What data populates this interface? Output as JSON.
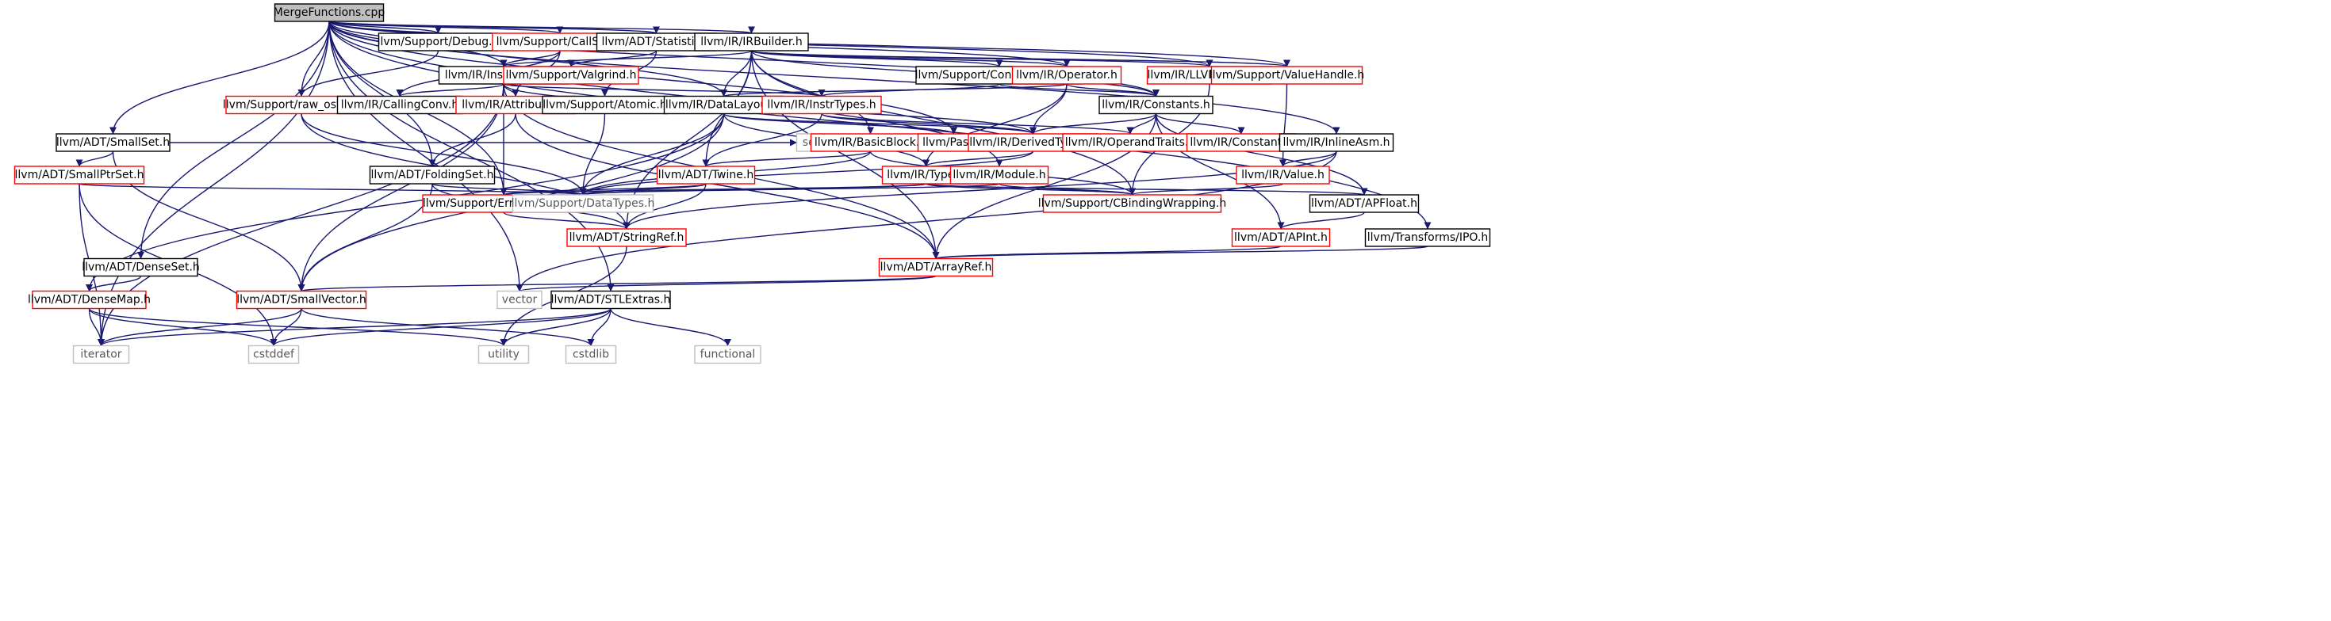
{
  "colors": {
    "edge": "#191970",
    "root_fill": "#bfbfbf",
    "border_documented": "#000000",
    "border_with_includes": "#ff0000",
    "border_system": "#bfbfbf",
    "text": "#000000",
    "text_system": "#595959"
  },
  "nodes": [
    {
      "id": "root",
      "label": "MergeFunctions.cpp",
      "kind": "root"
    },
    {
      "id": "debug",
      "label": "llvm/Support/Debug.h",
      "kind": "documented"
    },
    {
      "id": "callsite",
      "label": "llvm/Support/CallSite.h",
      "kind": "with_includes"
    },
    {
      "id": "statistic",
      "label": "llvm/ADT/Statistic.h",
      "kind": "documented"
    },
    {
      "id": "irbuilder",
      "label": "llvm/IR/IRBuilder.h",
      "kind": "documented"
    },
    {
      "id": "instructions",
      "label": "llvm/IR/Instructions.h",
      "kind": "documented"
    },
    {
      "id": "valgrind",
      "label": "llvm/Support/Valgrind.h",
      "kind": "with_includes"
    },
    {
      "id": "constantfolder",
      "label": "llvm/Support/ConstantFolder.h",
      "kind": "documented"
    },
    {
      "id": "operator",
      "label": "llvm/IR/Operator.h",
      "kind": "with_includes"
    },
    {
      "id": "llvmcontext",
      "label": "llvm/IR/LLVMContext.h",
      "kind": "with_includes"
    },
    {
      "id": "valuehandle",
      "label": "llvm/Support/ValueHandle.h",
      "kind": "with_includes"
    },
    {
      "id": "rawostream",
      "label": "llvm/Support/raw_ostream.h",
      "kind": "with_includes"
    },
    {
      "id": "callingconv",
      "label": "llvm/IR/CallingConv.h",
      "kind": "documented"
    },
    {
      "id": "attributes",
      "label": "llvm/IR/Attributes.h",
      "kind": "with_includes"
    },
    {
      "id": "atomic",
      "label": "llvm/Support/Atomic.h",
      "kind": "documented"
    },
    {
      "id": "datalayout",
      "label": "llvm/IR/DataLayout.h",
      "kind": "documented"
    },
    {
      "id": "instrtypes",
      "label": "llvm/IR/InstrTypes.h",
      "kind": "with_includes"
    },
    {
      "id": "constants",
      "label": "llvm/IR/Constants.h",
      "kind": "documented"
    },
    {
      "id": "smallset",
      "label": "llvm/ADT/SmallSet.h",
      "kind": "documented"
    },
    {
      "id": "set",
      "label": "set",
      "kind": "system"
    },
    {
      "id": "basicblock",
      "label": "llvm/IR/BasicBlock.h",
      "kind": "with_includes"
    },
    {
      "id": "pass",
      "label": "llvm/Pass.h",
      "kind": "with_includes"
    },
    {
      "id": "derivedtypes",
      "label": "llvm/IR/DerivedTypes.h",
      "kind": "with_includes"
    },
    {
      "id": "operandtraits",
      "label": "llvm/IR/OperandTraits.h",
      "kind": "with_includes"
    },
    {
      "id": "constant",
      "label": "llvm/IR/Constant.h",
      "kind": "with_includes"
    },
    {
      "id": "inlineasm",
      "label": "llvm/IR/InlineAsm.h",
      "kind": "documented"
    },
    {
      "id": "smallptrset",
      "label": "llvm/ADT/SmallPtrSet.h",
      "kind": "with_includes"
    },
    {
      "id": "foldingset",
      "label": "llvm/ADT/FoldingSet.h",
      "kind": "documented"
    },
    {
      "id": "twine",
      "label": "llvm/ADT/Twine.h",
      "kind": "with_includes"
    },
    {
      "id": "type",
      "label": "llvm/IR/Type.h",
      "kind": "with_includes"
    },
    {
      "id": "module",
      "label": "llvm/IR/Module.h",
      "kind": "with_includes"
    },
    {
      "id": "value",
      "label": "llvm/IR/Value.h",
      "kind": "with_includes"
    },
    {
      "id": "errorhandling",
      "label": "llvm/Support/ErrorHandling.h",
      "kind": "with_includes"
    },
    {
      "id": "datatypes",
      "label": "llvm/Support/DataTypes.h",
      "kind": "system"
    },
    {
      "id": "cbinding",
      "label": "llvm/Support/CBindingWrapping.h",
      "kind": "with_includes"
    },
    {
      "id": "apfloat",
      "label": "llvm/ADT/APFloat.h",
      "kind": "documented"
    },
    {
      "id": "stringref",
      "label": "llvm/ADT/StringRef.h",
      "kind": "with_includes"
    },
    {
      "id": "apint",
      "label": "llvm/ADT/APInt.h",
      "kind": "with_includes"
    },
    {
      "id": "ipo",
      "label": "llvm/Transforms/IPO.h",
      "kind": "documented"
    },
    {
      "id": "denseset",
      "label": "llvm/ADT/DenseSet.h",
      "kind": "documented"
    },
    {
      "id": "arrayref",
      "label": "llvm/ADT/ArrayRef.h",
      "kind": "with_includes"
    },
    {
      "id": "vector",
      "label": "vector",
      "kind": "system"
    },
    {
      "id": "stlextras",
      "label": "llvm/ADT/STLExtras.h",
      "kind": "documented"
    },
    {
      "id": "densemap",
      "label": "llvm/ADT/DenseMap.h",
      "kind": "with_includes"
    },
    {
      "id": "smallvector",
      "label": "llvm/ADT/SmallVector.h",
      "kind": "with_includes"
    },
    {
      "id": "iterator",
      "label": "iterator",
      "kind": "system"
    },
    {
      "id": "cstddef",
      "label": "cstddef",
      "kind": "system"
    },
    {
      "id": "utility",
      "label": "utility",
      "kind": "system"
    },
    {
      "id": "cstdlib",
      "label": "cstdlib",
      "kind": "system"
    },
    {
      "id": "functional",
      "label": "functional",
      "kind": "system"
    }
  ],
  "edges": [
    [
      "root",
      "debug"
    ],
    [
      "root",
      "callsite"
    ],
    [
      "root",
      "statistic"
    ],
    [
      "root",
      "irbuilder"
    ],
    [
      "root",
      "instructions"
    ],
    [
      "root",
      "operator"
    ],
    [
      "root",
      "llvmcontext"
    ],
    [
      "root",
      "valuehandle"
    ],
    [
      "root",
      "rawostream"
    ],
    [
      "root",
      "datalayout"
    ],
    [
      "root",
      "constants"
    ],
    [
      "root",
      "smallset"
    ],
    [
      "root",
      "pass"
    ],
    [
      "root",
      "inlineasm"
    ],
    [
      "root",
      "foldingset"
    ],
    [
      "root",
      "module"
    ],
    [
      "root",
      "errorhandling"
    ],
    [
      "root",
      "denseset"
    ],
    [
      "root",
      "ipo"
    ],
    [
      "root",
      "vector"
    ],
    [
      "root",
      "stlextras"
    ],
    [
      "root",
      "iterator"
    ],
    [
      "debug",
      "rawostream"
    ],
    [
      "callsite",
      "instructions"
    ],
    [
      "callsite",
      "callingconv"
    ],
    [
      "callsite",
      "attributes"
    ],
    [
      "statistic",
      "valgrind"
    ],
    [
      "statistic",
      "atomic"
    ],
    [
      "irbuilder",
      "instructions"
    ],
    [
      "irbuilder",
      "constantfolder"
    ],
    [
      "irbuilder",
      "operator"
    ],
    [
      "irbuilder",
      "llvmcontext"
    ],
    [
      "irbuilder",
      "valuehandle"
    ],
    [
      "irbuilder",
      "datalayout"
    ],
    [
      "irbuilder",
      "basicblock"
    ],
    [
      "irbuilder",
      "twine"
    ],
    [
      "irbuilder",
      "stringref"
    ],
    [
      "irbuilder",
      "cbinding"
    ],
    [
      "irbuilder",
      "arrayref"
    ],
    [
      "irbuilder",
      "constants"
    ],
    [
      "instructions",
      "callingconv"
    ],
    [
      "instructions",
      "attributes"
    ],
    [
      "instructions",
      "instrtypes"
    ],
    [
      "instructions",
      "derivedtypes"
    ],
    [
      "instructions",
      "errorhandling"
    ],
    [
      "instructions",
      "smallvector"
    ],
    [
      "instructions",
      "arrayref"
    ],
    [
      "instructions",
      "iterator"
    ],
    [
      "constantfolder",
      "constants"
    ],
    [
      "constantfolder",
      "instrtypes"
    ],
    [
      "operator",
      "constants"
    ],
    [
      "operator",
      "datalayout"
    ],
    [
      "operator",
      "derivedtypes"
    ],
    [
      "operator",
      "type"
    ],
    [
      "llvmcontext",
      "cbinding"
    ],
    [
      "valuehandle",
      "value"
    ],
    [
      "rawostream",
      "stringref"
    ],
    [
      "rawostream",
      "datatypes"
    ],
    [
      "attributes",
      "foldingset"
    ],
    [
      "attributes",
      "arrayref"
    ],
    [
      "atomic",
      "datatypes"
    ],
    [
      "datalayout",
      "pass"
    ],
    [
      "datalayout",
      "derivedtypes"
    ],
    [
      "datalayout",
      "type"
    ],
    [
      "datalayout",
      "datatypes"
    ],
    [
      "datalayout",
      "densemap"
    ],
    [
      "datalayout",
      "smallvector"
    ],
    [
      "instrtypes",
      "derivedtypes"
    ],
    [
      "instrtypes",
      "operandtraits"
    ],
    [
      "instrtypes",
      "twine"
    ],
    [
      "constants",
      "derivedtypes"
    ],
    [
      "constants",
      "operandtraits"
    ],
    [
      "constants",
      "constant"
    ],
    [
      "constants",
      "apfloat"
    ],
    [
      "constants",
      "apint"
    ],
    [
      "constants",
      "arrayref"
    ],
    [
      "smallset",
      "smallptrset"
    ],
    [
      "smallset",
      "set"
    ],
    [
      "smallset",
      "smallvector"
    ],
    [
      "basicblock",
      "twine"
    ],
    [
      "basicblock",
      "datatypes"
    ],
    [
      "basicblock",
      "cbinding"
    ],
    [
      "derivedtypes",
      "type"
    ],
    [
      "derivedtypes",
      "datatypes"
    ],
    [
      "inlineasm",
      "value"
    ],
    [
      "inlineasm",
      "stringref"
    ],
    [
      "inlineasm",
      "vector"
    ],
    [
      "smallptrset",
      "datatypes"
    ],
    [
      "smallptrset",
      "iterator"
    ],
    [
      "smallptrset",
      "cstddef"
    ],
    [
      "foldingset",
      "stringref"
    ],
    [
      "foldingset",
      "smallvector"
    ],
    [
      "foldingset",
      "datatypes"
    ],
    [
      "twine",
      "stringref"
    ],
    [
      "twine",
      "errorhandling"
    ],
    [
      "twine",
      "datatypes"
    ],
    [
      "type",
      "errorhandling"
    ],
    [
      "type",
      "datatypes"
    ],
    [
      "type",
      "cbinding"
    ],
    [
      "type",
      "apfloat"
    ],
    [
      "module",
      "cbinding"
    ],
    [
      "module",
      "datatypes"
    ],
    [
      "value",
      "cbinding"
    ],
    [
      "errorhandling",
      "stringref"
    ],
    [
      "apfloat",
      "apint"
    ],
    [
      "stringref",
      "utility"
    ],
    [
      "apint",
      "arrayref"
    ],
    [
      "ipo",
      "arrayref"
    ],
    [
      "denseset",
      "densemap"
    ],
    [
      "arrayref",
      "smallvector"
    ],
    [
      "arrayref",
      "vector"
    ],
    [
      "stlextras",
      "iterator"
    ],
    [
      "stlextras",
      "cstddef"
    ],
    [
      "stlextras",
      "utility"
    ],
    [
      "stlextras",
      "cstdlib"
    ],
    [
      "stlextras",
      "functional"
    ],
    [
      "densemap",
      "iterator"
    ],
    [
      "densemap",
      "cstddef"
    ],
    [
      "densemap",
      "utility"
    ],
    [
      "smallvector",
      "iterator"
    ],
    [
      "smallvector",
      "cstddef"
    ],
    [
      "smallvector",
      "cstdlib"
    ]
  ]
}
